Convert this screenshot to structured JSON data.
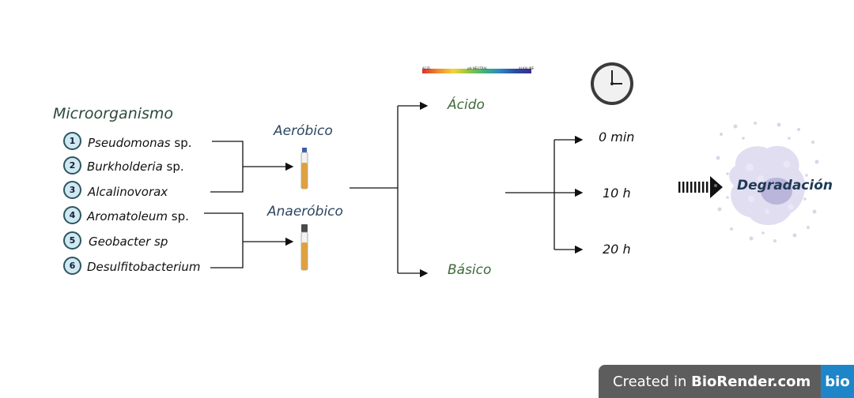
{
  "title": "Microorganismo",
  "organisms": [
    {
      "num": "1",
      "name": "Pseudomonas",
      "suffix": " sp."
    },
    {
      "num": "2",
      "name": "Burkholderia",
      "suffix": " sp."
    },
    {
      "num": "3",
      "name": "Alcalinovorax",
      "suffix": ""
    },
    {
      "num": "4",
      "name": "Aromatoleum",
      "suffix": " sp."
    },
    {
      "num": "5",
      "name": "Geobacter sp",
      "suffix": ""
    },
    {
      "num": "6",
      "name": "Desulfitobacterium",
      "suffix": ""
    }
  ],
  "conditions": {
    "aerobic": "Aeróbico",
    "anaerobic": "Anaeróbico"
  },
  "ph": {
    "acid": "Ácido",
    "basic": "Básico",
    "scale_left": "ACID",
    "scale_mid": "pH NEUTRAL",
    "scale_right": "ALKALINE"
  },
  "times": [
    "0 min",
    "10 h",
    "20 h"
  ],
  "result": "Degradación",
  "badge": {
    "prefix": "Created in ",
    "brand": "BioRender.com",
    "logo": "bio"
  },
  "colors": {
    "title": "#2b4a3a",
    "condition": "#2c4560",
    "ph_label": "#3e6a3a",
    "result": "#1f3a55",
    "badge_bg": "#5d5d5d",
    "badge_logo": "#1e86c8"
  }
}
